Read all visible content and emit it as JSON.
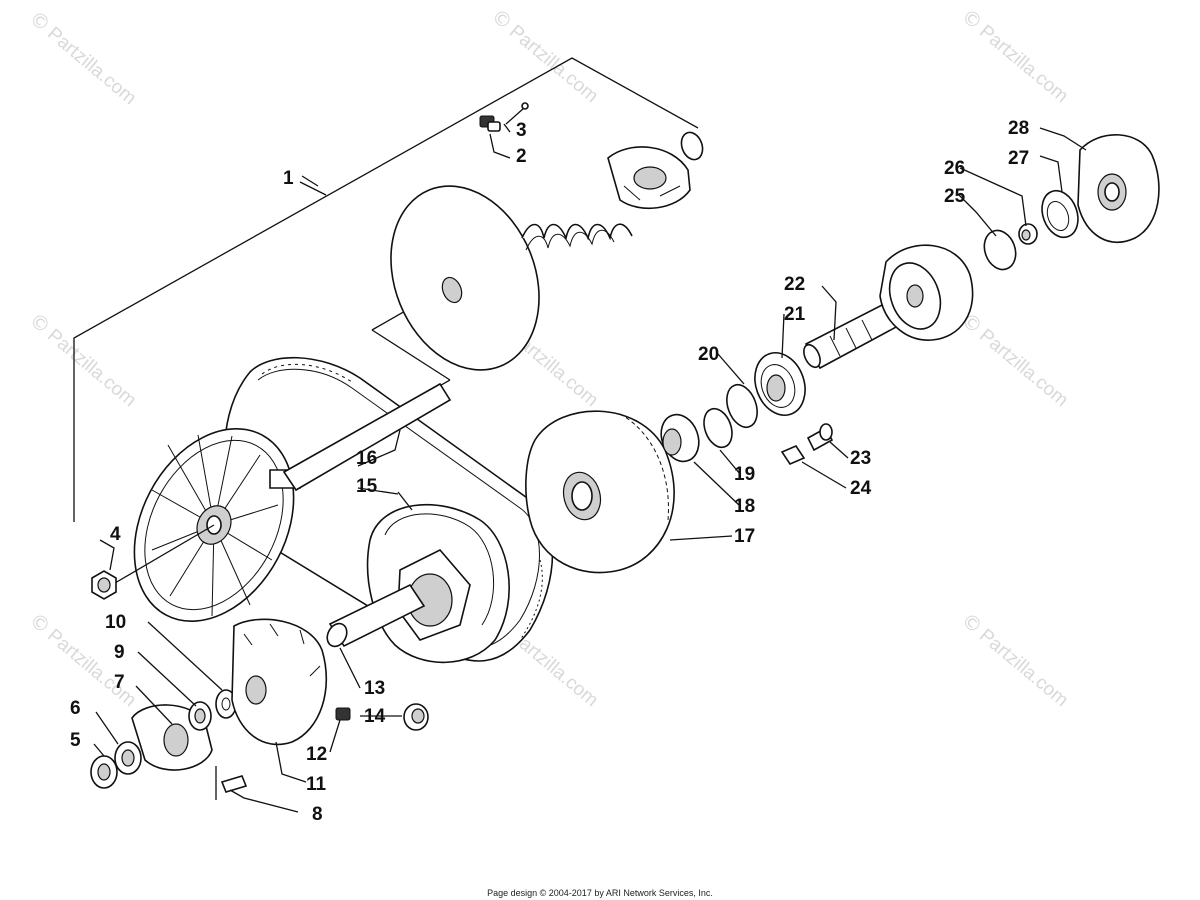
{
  "watermarks": [
    {
      "copy": "©",
      "text": "Partzilla.com"
    },
    {
      "copy": "©",
      "text": "Partzilla.com"
    },
    {
      "copy": "©",
      "text": "Partzilla.com"
    },
    {
      "copy": "©",
      "text": "Partzilla.com"
    },
    {
      "copy": "©",
      "text": "Partzilla.com"
    },
    {
      "copy": "©",
      "text": "Partzilla.com"
    },
    {
      "copy": "©",
      "text": "Partzilla.com"
    },
    {
      "copy": "©",
      "text": "Partzilla.com"
    },
    {
      "copy": "©",
      "text": "Partzilla.com"
    }
  ],
  "callouts": [
    "1",
    "2",
    "3",
    "4",
    "5",
    "6",
    "7",
    "8",
    "9",
    "10",
    "11",
    "12",
    "13",
    "14",
    "15",
    "16",
    "17",
    "18",
    "19",
    "20",
    "21",
    "22",
    "23",
    "24",
    "25",
    "26",
    "27",
    "28"
  ],
  "footer": {
    "text": "Page design © 2004-2017 by ARI Network Services, Inc."
  }
}
